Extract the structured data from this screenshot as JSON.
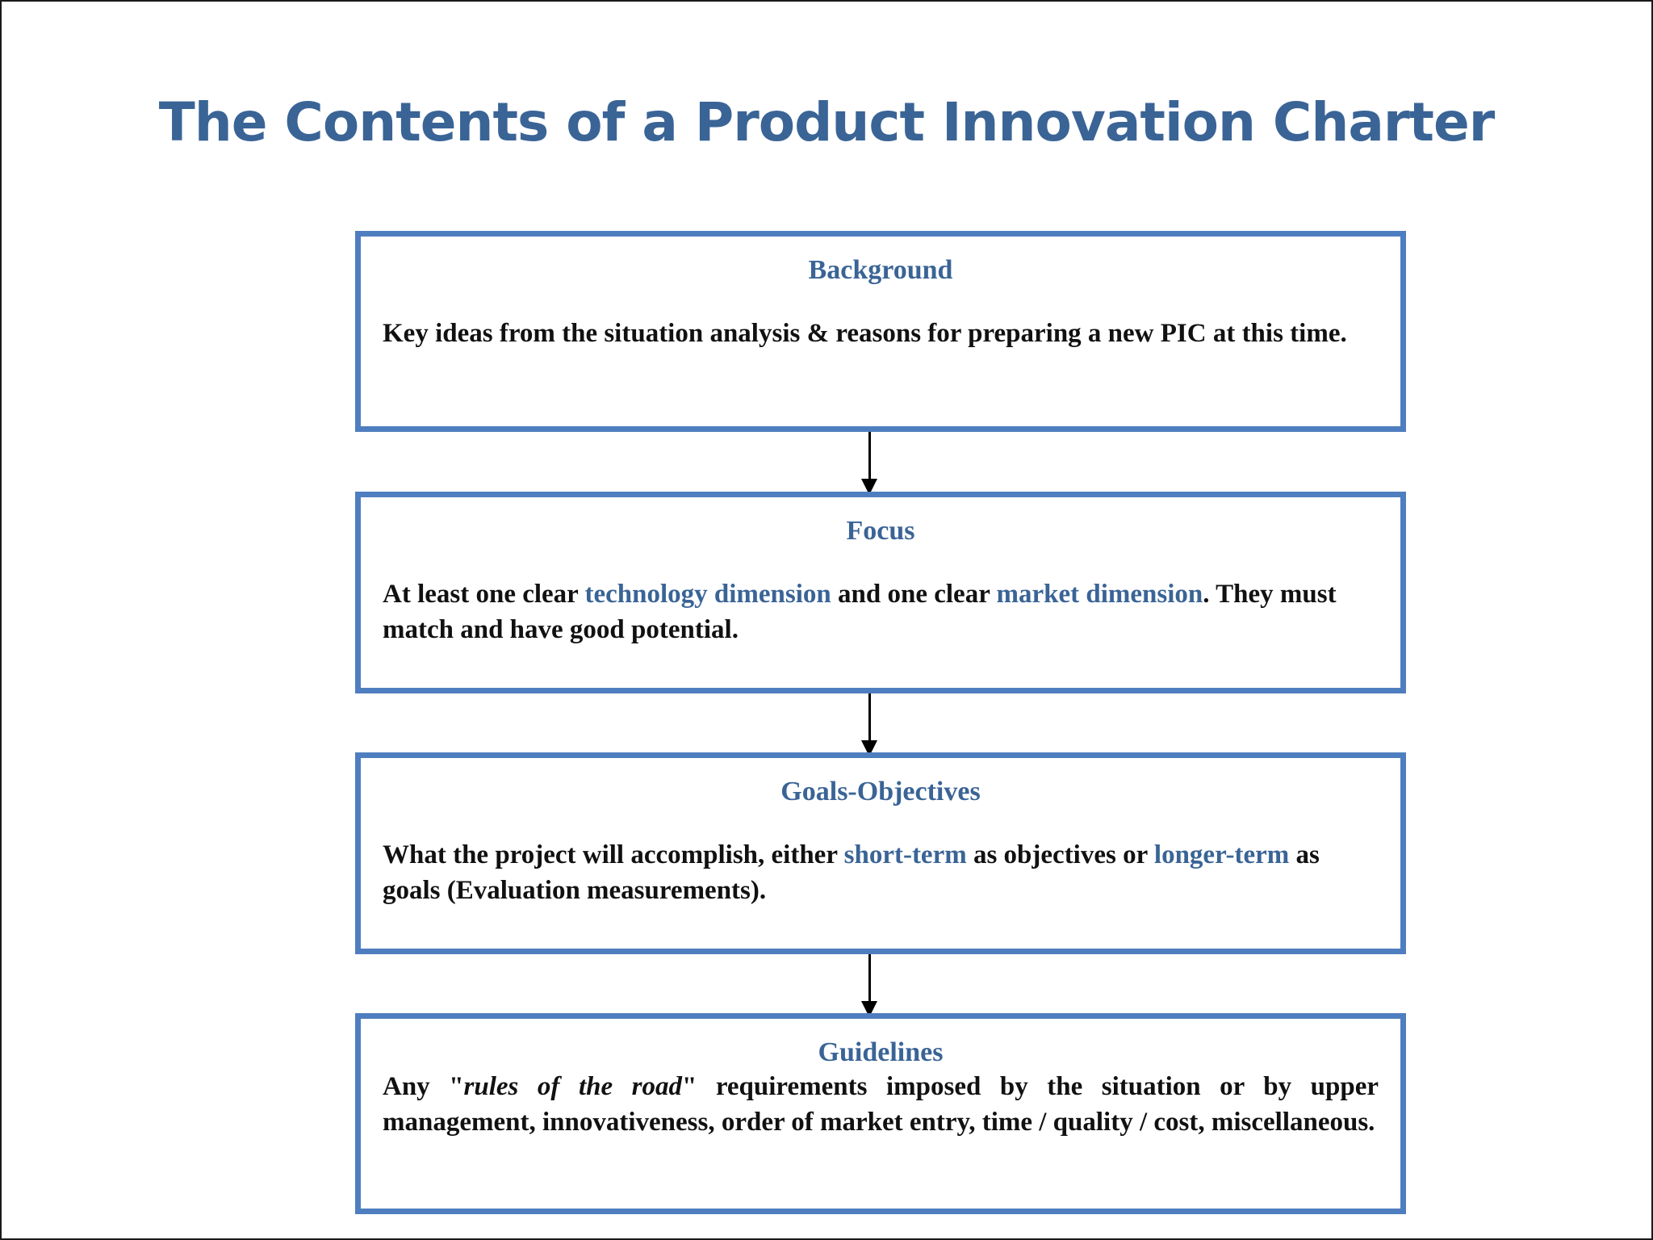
{
  "title": "The Contents of a Product Innovation Charter",
  "boxes": [
    {
      "heading": "Background",
      "body": "Key ideas from the situation analysis & reasons for preparing a new PIC at this time."
    },
    {
      "heading": "Focus",
      "body_parts": [
        "At least one clear ",
        "technology dimension",
        " and one clear ",
        "market dimension",
        ". They must match and have good potential."
      ]
    },
    {
      "heading": "Goals-Objectives",
      "body_parts": [
        "What the project will accomplish, either ",
        "short-term",
        " as objectives or ",
        "longer-term",
        " as goals (Evaluation measurements)."
      ]
    },
    {
      "heading": "Guidelines",
      "body_parts": [
        "Any \"",
        "rules of the road",
        "\" requirements imposed by the situation or by upper management, innovativeness, order of market entry, time / quality / cost, miscellaneous."
      ]
    }
  ],
  "colors": {
    "heading": "#3a6496",
    "box_border": "#4f7ec0",
    "text": "#111111"
  }
}
